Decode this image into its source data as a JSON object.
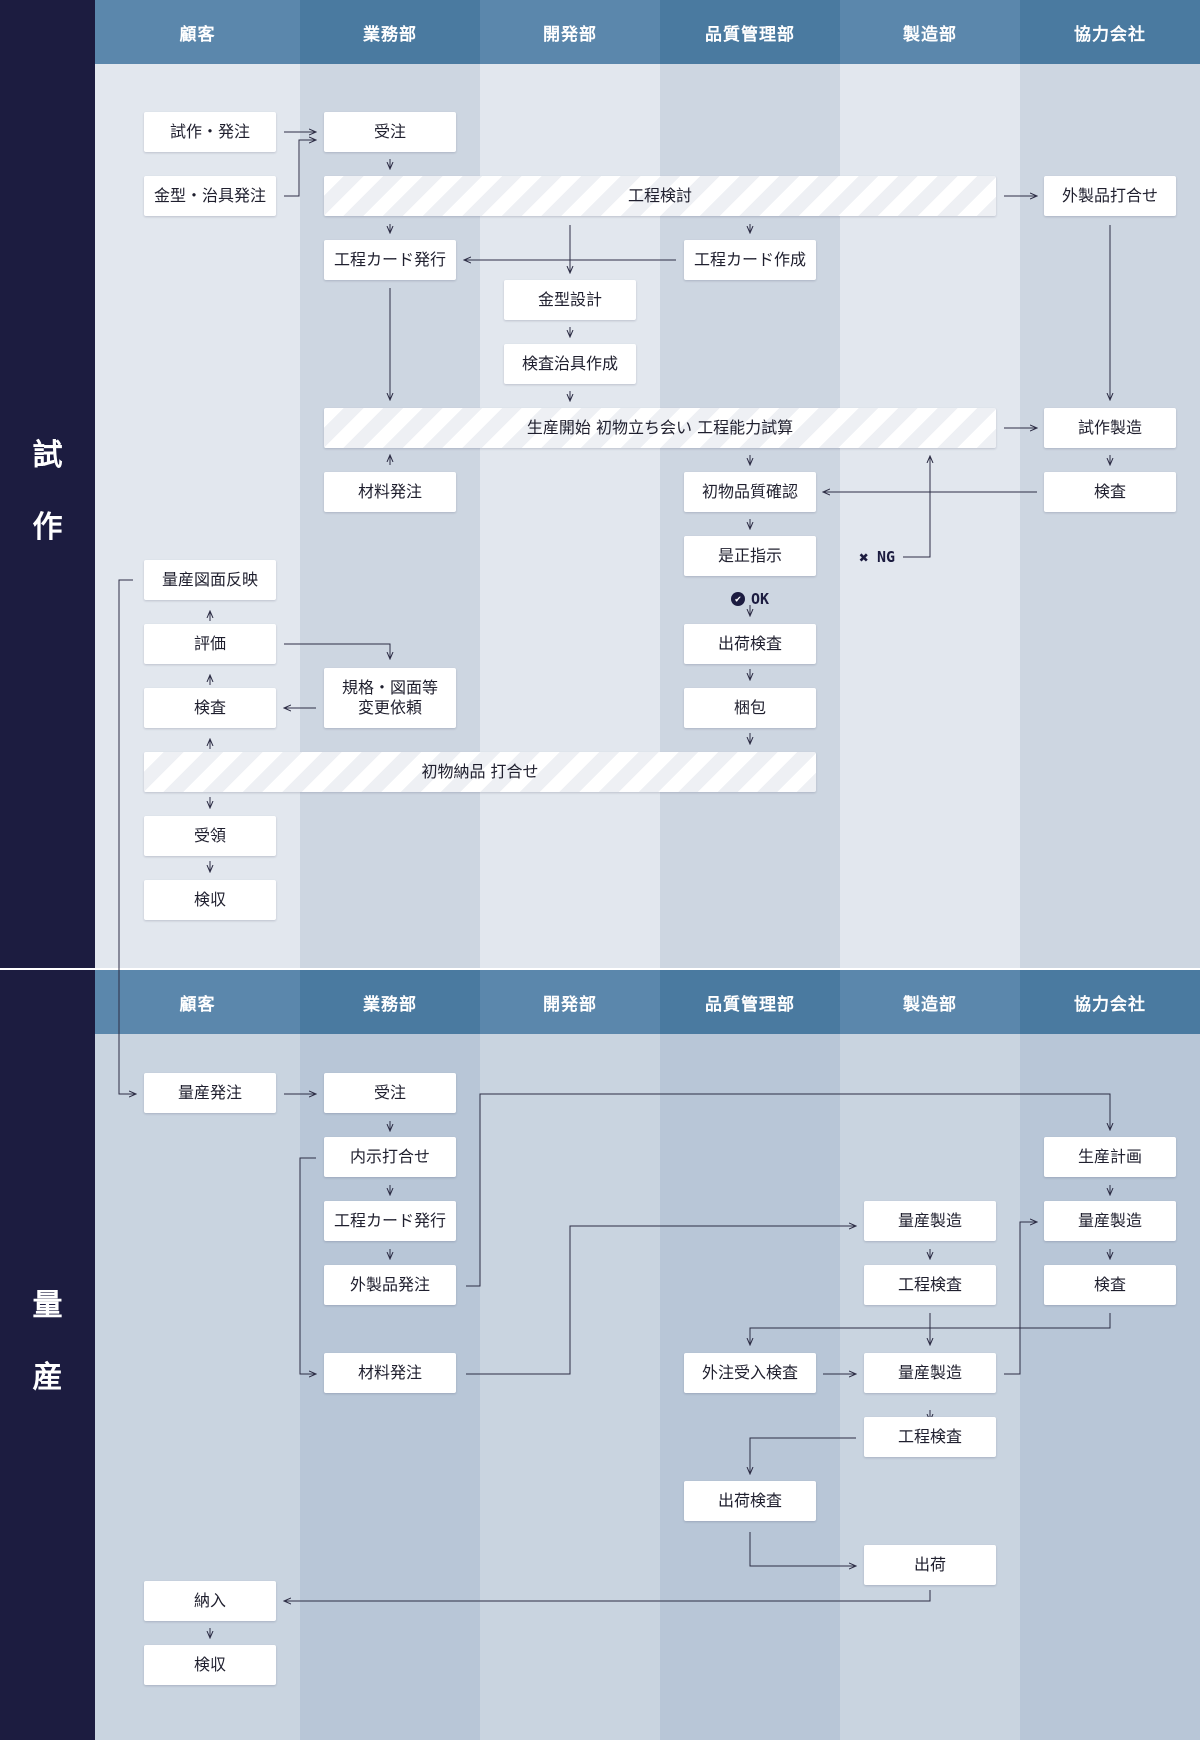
{
  "colors": {
    "side_bar": "#1c1c40",
    "header_light": "#5b87ac",
    "header_dark": "#4a7aa0",
    "lane_light": "#e2e7ee",
    "lane_dark": "#cdd6e1",
    "line": "#2d2d45"
  },
  "lanes": [
    "顧客",
    "業務部",
    "開発部",
    "品質管理部",
    "製造部",
    "協力会社"
  ],
  "sections": {
    "prototype": {
      "label": [
        "試",
        "作"
      ]
    },
    "mass": {
      "label": [
        "量",
        "産"
      ]
    }
  },
  "proto": {
    "trial_order": "試作・発注",
    "mold_order": "金型・治具発注",
    "order_receive": "受注",
    "process_review": "工程検討",
    "external_meeting": "外製品打合せ",
    "process_card_issue": "工程カード発行",
    "process_card_make": "工程カード作成",
    "mold_design": "金型設計",
    "jig_make": "検査治具作成",
    "production_start": "生産開始 初物立ち会い 工程能力試算",
    "trial_manufacture": "試作製造",
    "material_order": "材料発注",
    "first_quality": "初物品質確認",
    "partner_inspection": "検査",
    "correction": "是正指示",
    "ng": "NG",
    "ok": "OK",
    "drawing_reflect": "量産図面反映",
    "evaluation": "評価",
    "spec_change": "規格・図面等\n変更依頼",
    "shipping_inspection": "出荷検査",
    "customer_inspection": "検査",
    "packing": "梱包",
    "first_delivery": "初物納品 打合せ",
    "receipt": "受領",
    "acceptance": "検収"
  },
  "mass": {
    "mass_order": "量産発注",
    "order_receive": "受注",
    "pre_meeting": "内示打合せ",
    "process_card_issue": "工程カード発行",
    "external_order": "外製品発注",
    "material_order": "材料発注",
    "production_plan": "生産計画",
    "partner_manufacture": "量産製造",
    "partner_inspection": "検査",
    "mfg_manufacture_1": "量産製造",
    "mfg_process_insp_1": "工程検査",
    "outsource_receiving": "外注受入検査",
    "mfg_manufacture_2": "量産製造",
    "mfg_process_insp_2": "工程検査",
    "shipping_inspection": "出荷検査",
    "shipment": "出荷",
    "delivery": "納入",
    "acceptance": "検収"
  }
}
